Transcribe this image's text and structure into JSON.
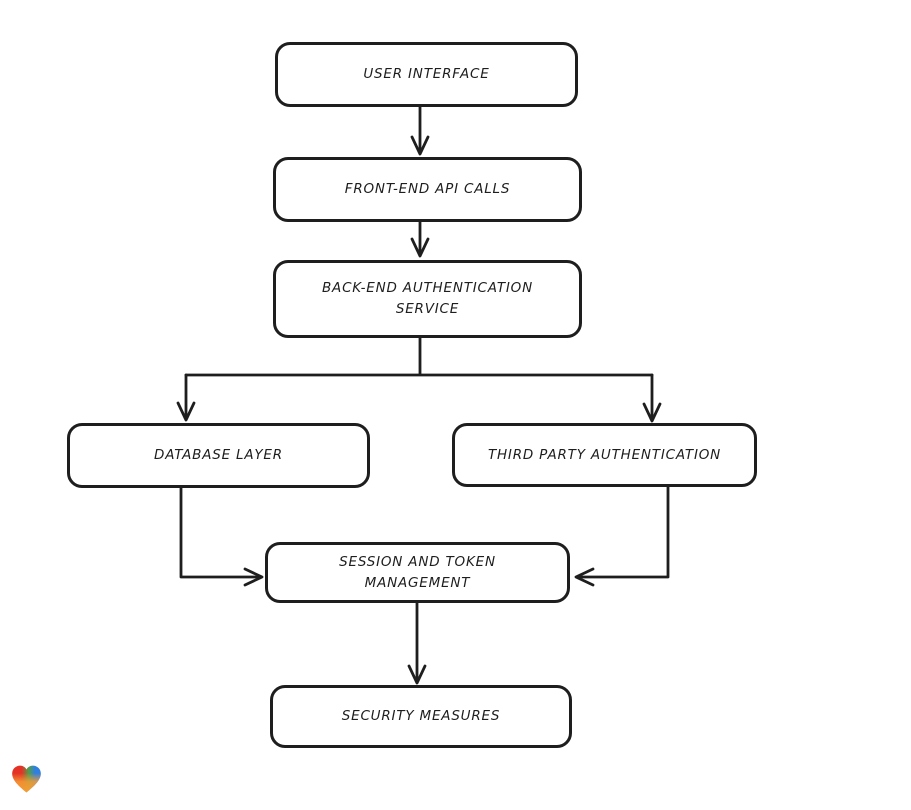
{
  "diagram": {
    "type": "flowchart",
    "background": "#ffffff",
    "stroke_color": "#1e1e1e",
    "node_fill": "#ffffff",
    "nodes": [
      {
        "id": "user-interface",
        "label": "USER INTERFACE"
      },
      {
        "id": "front-end-api-calls",
        "label": "FRONT-END API CALLS"
      },
      {
        "id": "back-end-authentication-service",
        "label": "BACK-END AUTHENTICATION SERVICE"
      },
      {
        "id": "database-layer",
        "label": "DATABASE LAYER"
      },
      {
        "id": "third-party-authentication",
        "label": "THIRD PARTY AUTHENTICATION"
      },
      {
        "id": "session-and-token-management",
        "label": "SESSION AND TOKEN MANAGEMENT"
      },
      {
        "id": "security-measures",
        "label": "SECURITY MEASURES"
      }
    ],
    "edges": [
      {
        "from": "user-interface",
        "to": "front-end-api-calls"
      },
      {
        "from": "front-end-api-calls",
        "to": "back-end-authentication-service"
      },
      {
        "from": "back-end-authentication-service",
        "to": "database-layer"
      },
      {
        "from": "back-end-authentication-service",
        "to": "third-party-authentication"
      },
      {
        "from": "database-layer",
        "to": "session-and-token-management"
      },
      {
        "from": "third-party-authentication",
        "to": "session-and-token-management"
      },
      {
        "from": "session-and-token-management",
        "to": "security-measures"
      }
    ]
  },
  "branding": {
    "logo": "lovable-heart-logo",
    "colors": {
      "red": "#e43226",
      "green": "#4e9e4a",
      "blue": "#2f7fe0",
      "orange": "#f59d33"
    }
  }
}
